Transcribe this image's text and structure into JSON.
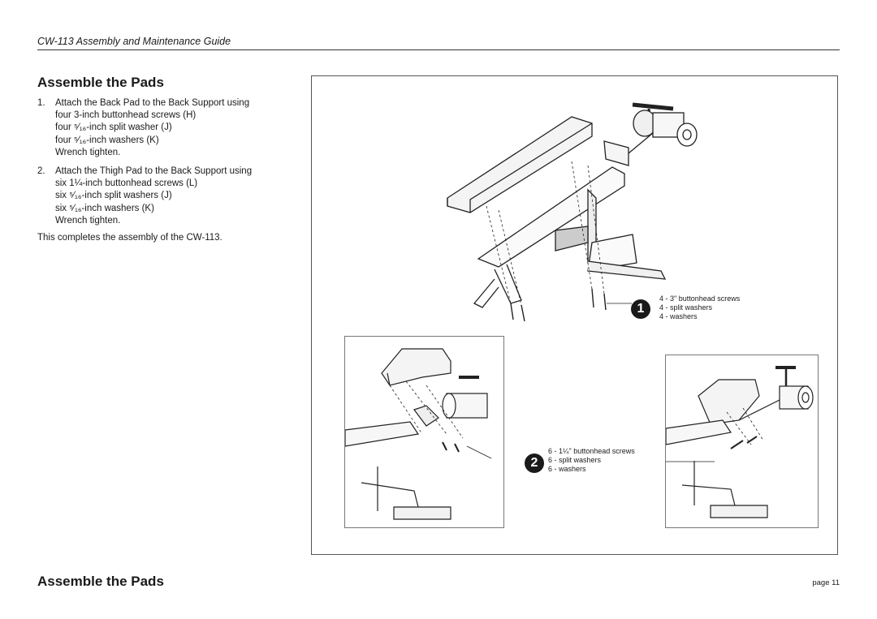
{
  "header": {
    "guide_title": "CW-113 Assembly and Maintenance Guide"
  },
  "section": {
    "title": "Assemble the Pads",
    "footer_title": "Assemble the Pads",
    "steps": [
      {
        "number": "1.",
        "text": "Attach the Back Pad to the Back Support using",
        "lines": [
          "four 3-inch buttonhead screws (H)",
          "four ⁵⁄₁₆-inch split washer (J)",
          "four ⁵⁄₁₆-inch washers (K)",
          "Wrench tighten."
        ]
      },
      {
        "number": "2.",
        "text": "Attach the Thigh Pad to the Back Support using",
        "lines": [
          "six 1¼-inch buttonhead screws (L)",
          "six ⁵⁄₁₆-inch split washers (J)",
          "six ⁵⁄₁₆-inch washers (K)",
          "Wrench tighten."
        ]
      }
    ],
    "completion": "This completes the assembly of the CW-113."
  },
  "figure": {
    "callout1": {
      "number": "1",
      "lines": [
        "4 - 3\" buttonhead screws",
        "4 - split washers",
        "4 - washers"
      ]
    },
    "callout2": {
      "number": "2",
      "lines": [
        "6 - 1¼\" buttonhead screws",
        "6 - split washers",
        "6 - washers"
      ]
    }
  },
  "footer": {
    "page": "page 11"
  }
}
